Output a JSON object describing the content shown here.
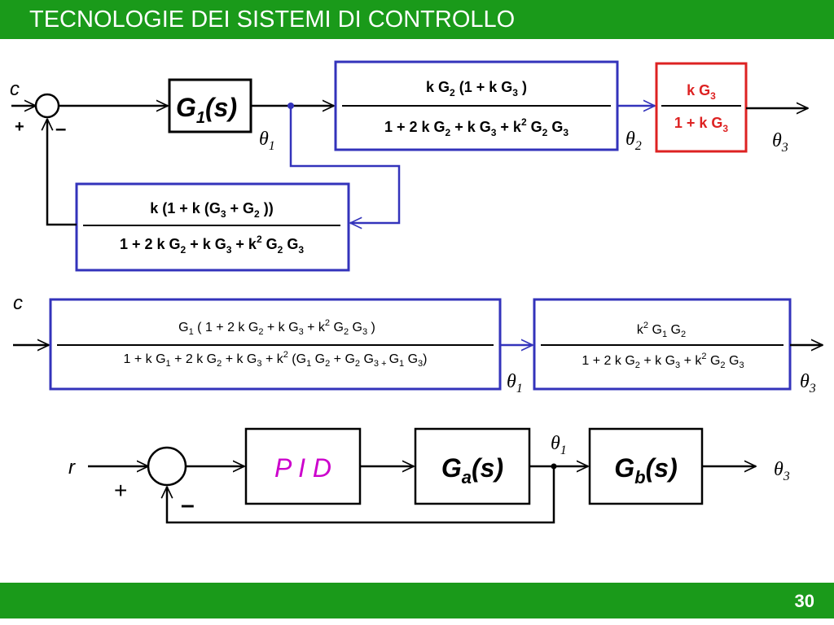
{
  "header": {
    "title": "TECNOLOGIE DEI SISTEMI DI CONTROLLO"
  },
  "footer": {
    "page_number": "30"
  },
  "colors": {
    "bar_green": "#1a9a1a",
    "box_blue": "#3333bb",
    "box_red": "#dd2222",
    "pid_magenta": "#cc00cc"
  },
  "diagram1": {
    "input_label": "c",
    "plus": "+",
    "minus": "–",
    "g1": {
      "main": "G",
      "sub": "1",
      "tail": "(s)"
    },
    "theta1": {
      "sym": "θ",
      "sub": "1"
    },
    "theta2": {
      "sym": "θ",
      "sub": "2"
    },
    "theta3": {
      "sym": "θ",
      "sub": "3"
    }
  },
  "diagram2": {
    "input_label": "c",
    "theta1": {
      "sym": "θ",
      "sub": "1"
    },
    "theta3": {
      "sym": "θ",
      "sub": "3"
    }
  },
  "diagram3": {
    "input_label": "r",
    "plus": "+",
    "minus": "–",
    "pid_label": "P I D",
    "ga": {
      "main": "G",
      "sub": "a",
      "tail": "(s)"
    },
    "gb": {
      "main": "G",
      "sub": "b",
      "tail": "(s)"
    },
    "theta1": {
      "sym": "θ",
      "sub": "1"
    },
    "theta3": {
      "sym": "θ",
      "sub": "3"
    }
  }
}
